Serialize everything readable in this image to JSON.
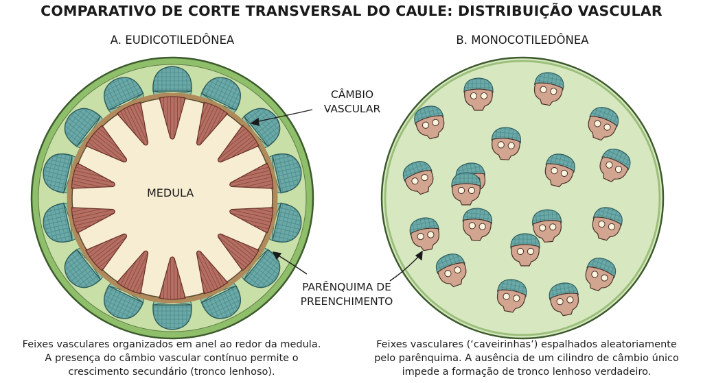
{
  "title": "COMPARATIVO DE CORTE TRANSVERSAL DO CAULE: DISTRIBUIÇÃO VASCULAR",
  "panel_a": {
    "title": "A. EUDICOTILEDÔNEA",
    "center_label": "MEDULA",
    "callout_cambium": [
      "CÂMBIO",
      "VASCULAR"
    ],
    "callout_parenchyma": [
      "PARÊNQUIMA DE",
      "PREENCHIMENTO"
    ],
    "caption": [
      "Feixes vasculares organizados em anel ao redor da medula.",
      "A presença do câmbio vascular contínuo permite o",
      "crescimento secundário (tronco lenhoso)."
    ],
    "bundle_count": 14
  },
  "panel_b": {
    "title": "B. MONOCOTILEDÔNEA",
    "caption": [
      "Feixes vasculares (‘caveirinhas’) espalhados aleatoriamente",
      "pelo parênquima. A ausência de um cilindro de câmbio único",
      "impede a formação de tronco lenhoso verdadeiro."
    ],
    "bundle_count": 19
  },
  "colors": {
    "cortex_outer": "#8fbf6a",
    "parenchyma": "#d7e8c1",
    "pith": "#f6edd3",
    "xylem": "#b56f62",
    "phloem": "#6ba9a8",
    "cambium": "#c9a77f",
    "mono_xylem": "#d2a590"
  }
}
